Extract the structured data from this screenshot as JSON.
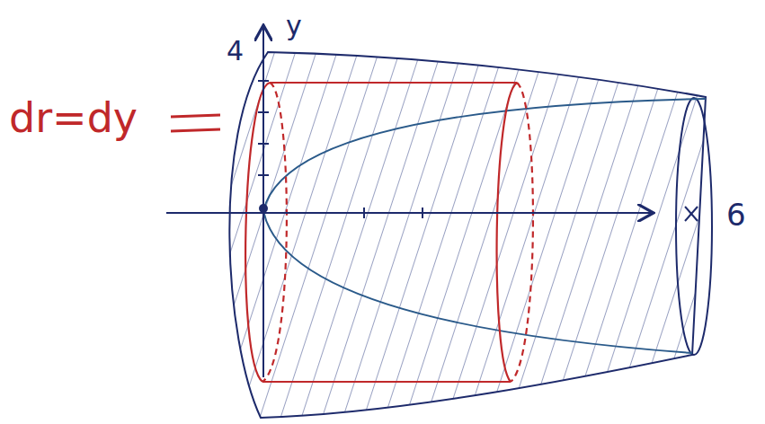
{
  "diagram": {
    "labels": [
      "dr=dy",
      "4",
      "y",
      "6"
    ]
  }
}
